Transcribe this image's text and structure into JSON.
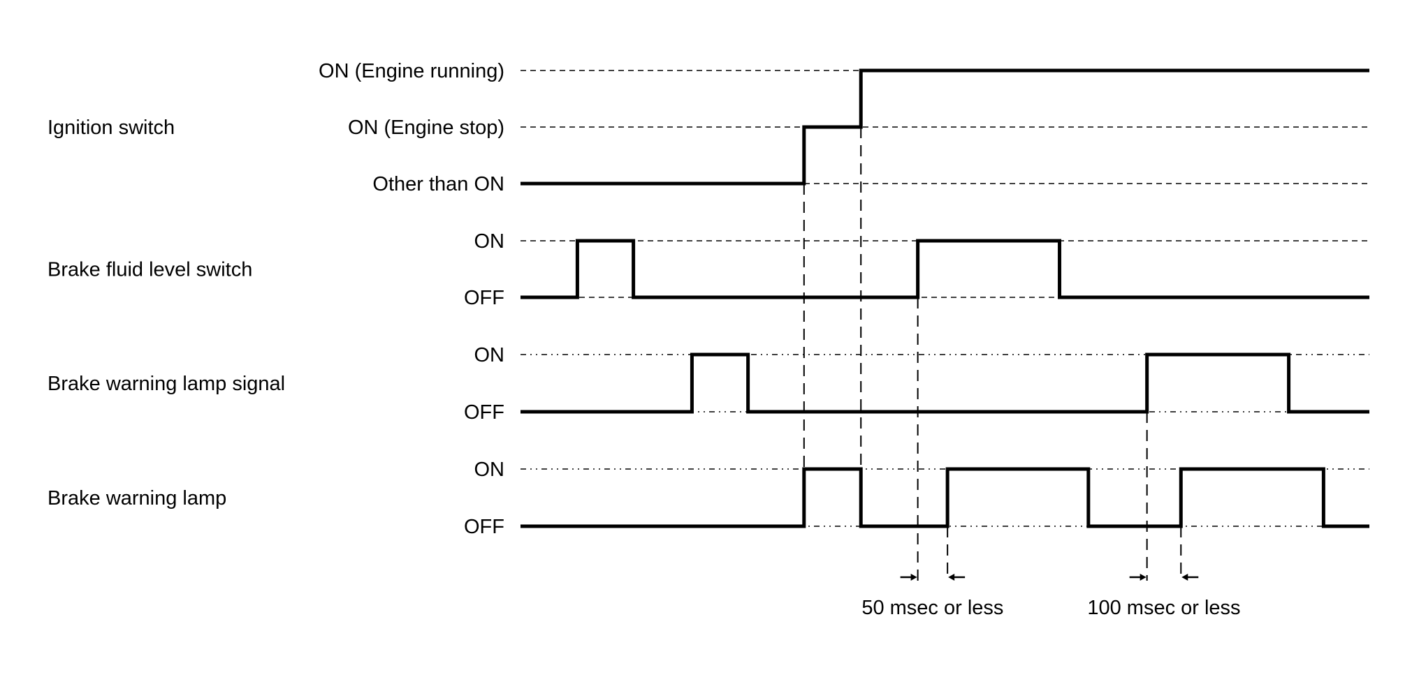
{
  "chart_data": {
    "type": "timing-diagram",
    "title": "",
    "time_range": [
      0,
      100
    ],
    "signals": [
      {
        "name": "Ignition switch",
        "levels": [
          "Other than ON",
          "ON (Engine stop)",
          "ON (Engine running)"
        ],
        "guide_style": "dash",
        "transitions": [
          {
            "t": 0,
            "level": 0
          },
          {
            "t": 33.4,
            "level": 1
          },
          {
            "t": 40.1,
            "level": 2
          }
        ]
      },
      {
        "name": "Brake fluid level switch",
        "levels": [
          "OFF",
          "ON"
        ],
        "guide_style": "dash",
        "transitions": [
          {
            "t": 0,
            "level": 0
          },
          {
            "t": 6.7,
            "level": 1
          },
          {
            "t": 13.3,
            "level": 0
          },
          {
            "t": 46.8,
            "level": 1
          },
          {
            "t": 63.5,
            "level": 0
          }
        ]
      },
      {
        "name": "Brake warning lamp signal",
        "levels": [
          "OFF",
          "ON"
        ],
        "guide_style": "dashdot",
        "transitions": [
          {
            "t": 0,
            "level": 0
          },
          {
            "t": 20.2,
            "level": 1
          },
          {
            "t": 26.8,
            "level": 0
          },
          {
            "t": 73.8,
            "level": 1
          },
          {
            "t": 90.5,
            "level": 0
          }
        ]
      },
      {
        "name": "Brake warning lamp",
        "levels": [
          "OFF",
          "ON"
        ],
        "guide_style": "dashdot",
        "transitions": [
          {
            "t": 0,
            "level": 0
          },
          {
            "t": 33.4,
            "level": 1
          },
          {
            "t": 40.1,
            "level": 0
          },
          {
            "t": 50.3,
            "level": 1
          },
          {
            "t": 66.9,
            "level": 0
          },
          {
            "t": 77.8,
            "level": 1
          },
          {
            "t": 94.6,
            "level": 0
          }
        ]
      }
    ],
    "vertical_markers": [
      33.4,
      40.1,
      46.8,
      50.3,
      73.8,
      77.8
    ],
    "annotations": [
      {
        "text": "50 msec or less",
        "from": 46.8,
        "to": 50.3
      },
      {
        "text": "100 msec or less",
        "from": 73.8,
        "to": 77.8
      }
    ]
  }
}
